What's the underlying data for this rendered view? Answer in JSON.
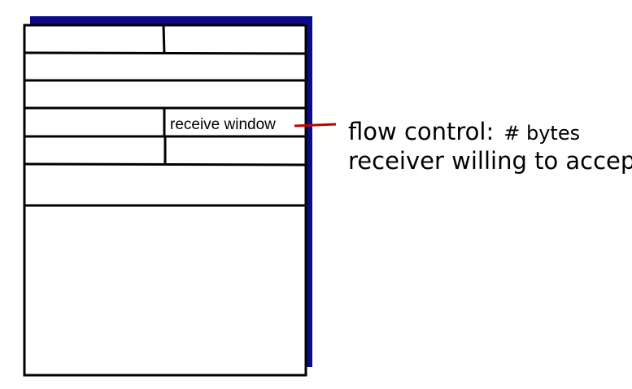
{
  "diagram": {
    "header": {
      "field_label": "receive window"
    },
    "annotation": {
      "title": "flow control:",
      "title_detail": "# bytes",
      "line2": "receiver willing to accept"
    },
    "colors": {
      "shadow": "#0a0a8c",
      "leader_line": "#c00000",
      "outline": "#000000"
    }
  }
}
